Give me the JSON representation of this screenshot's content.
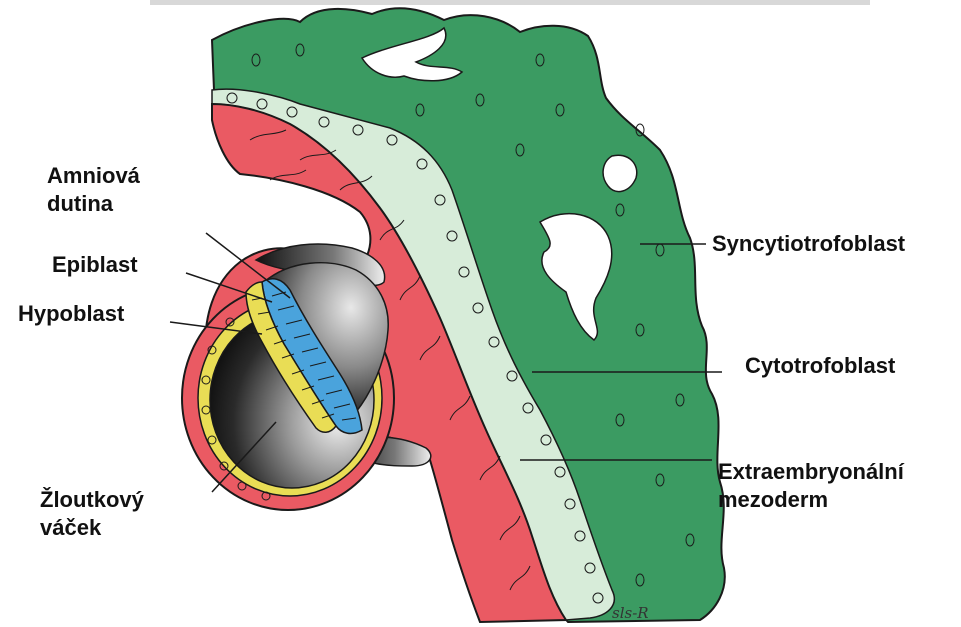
{
  "labels": {
    "amnion_cavity": [
      "Amniová",
      "dutina"
    ],
    "epiblast": "Epiblast",
    "hypoblast": "Hypoblast",
    "yolk_sac": [
      "Žloutkový",
      "váček"
    ],
    "syncytiotrophoblast": "Syncytiotrofoblast",
    "cytotrophoblast": "Cytotrofoblast",
    "extraembryonic_mesoderm": [
      "Extraembryonální",
      "mezoderm"
    ]
  },
  "signature": "sls-R",
  "colors": {
    "syncytiotrophoblast": "#3b9b62",
    "cytotrophoblast": "#d7ecd9",
    "mesoderm": "#ea5a63",
    "epiblast": "#4aa3dc",
    "hypoblast": "#e9dd55",
    "cavity_dark": "#1b1b1b",
    "outline": "#1a1a1a"
  }
}
